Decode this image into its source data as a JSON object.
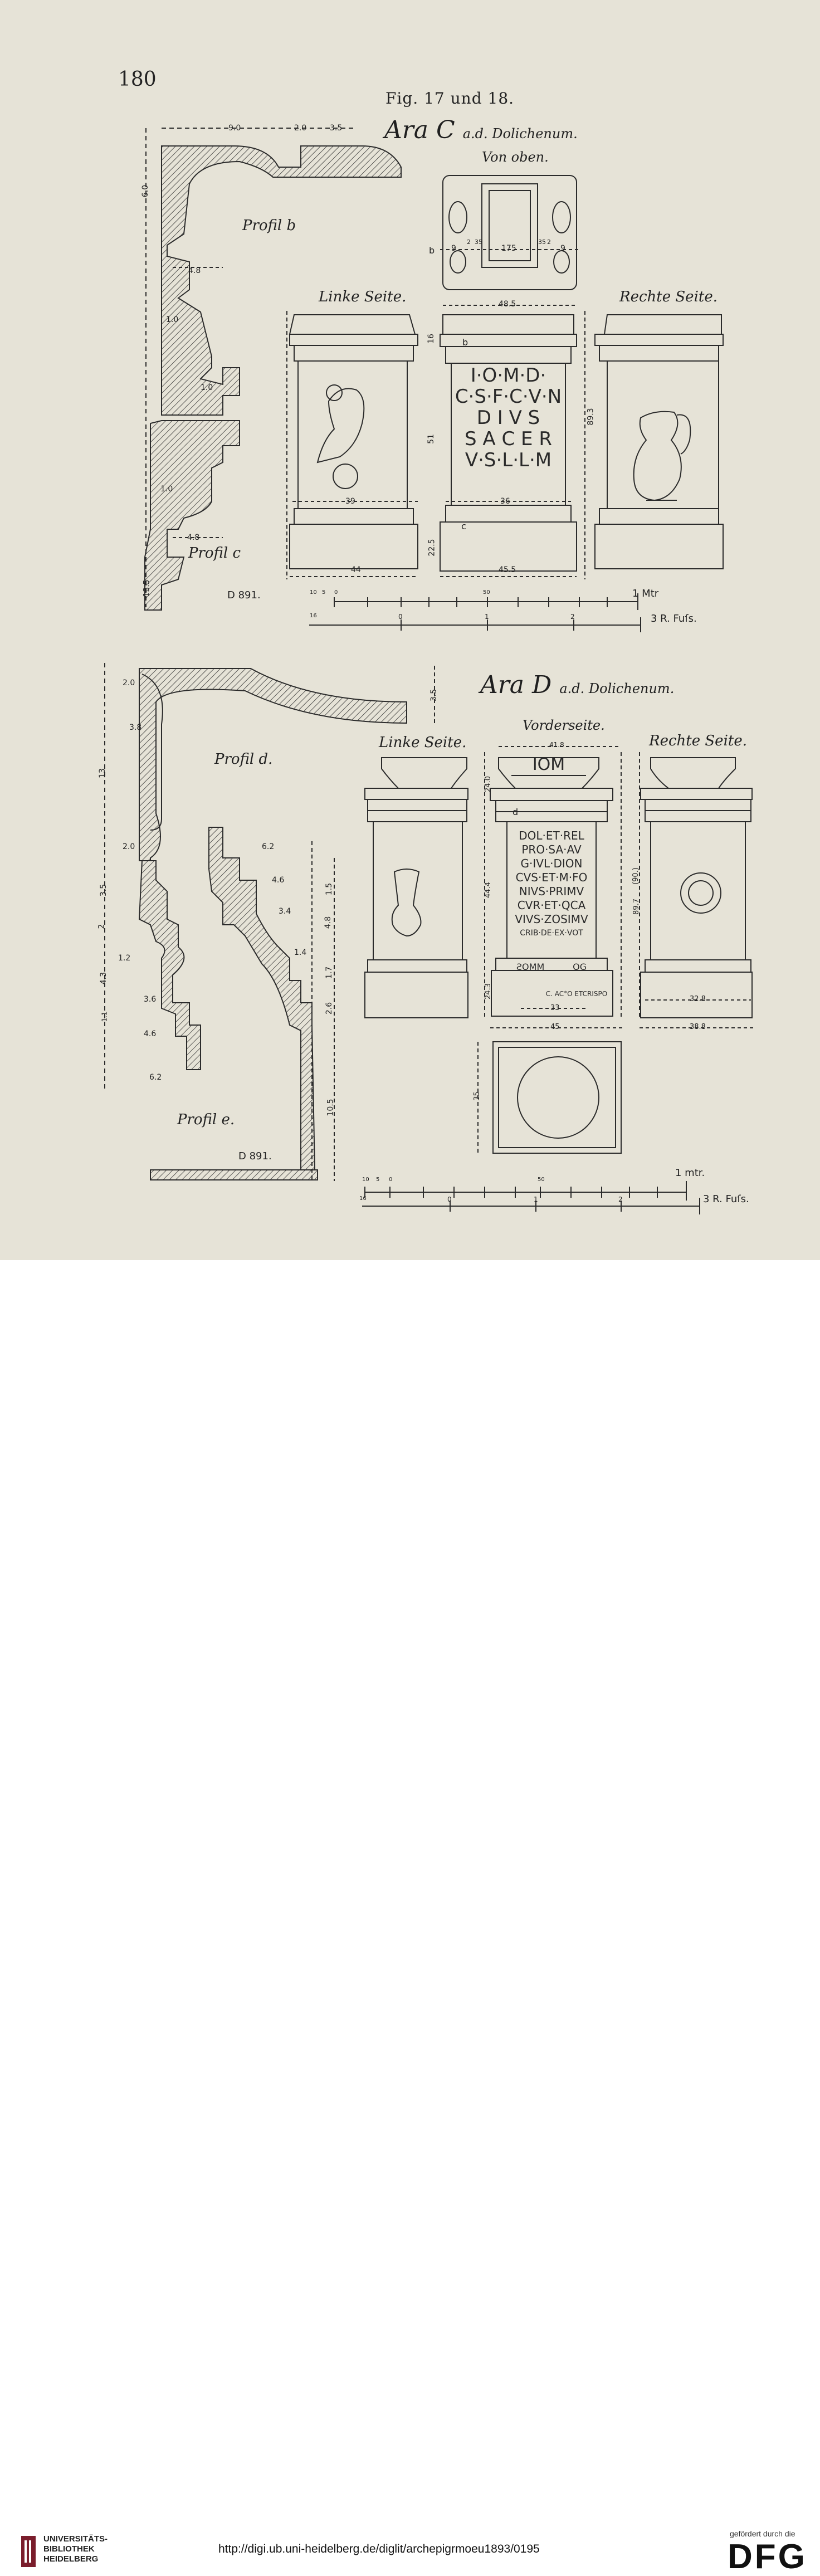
{
  "page_number": "180",
  "figure_caption": "Fig. 17 und 18.",
  "ara_c": {
    "title": "Ara C",
    "title_suffix": "a.d. Dolichenum.",
    "view_top": "Von oben.",
    "left_side": "Linke Seite.",
    "right_side": "Rechte Seite.",
    "profile_b": "Profil b",
    "profile_c": "Profil c",
    "inscription": [
      "I·O·M·D·",
      "C·S·F·C·V·N",
      "D I V S",
      "S A C E R",
      "V·S·L·L·M"
    ],
    "drawing_id": "D 891.",
    "scale_meter": "1 Mtr",
    "scale_feet": "3 R. Fuſs.",
    "dim_labels": [
      "9.0",
      "2.0",
      "3.5",
      "6.0",
      "4.8",
      "1.0",
      "1.0",
      "1.0",
      "4.8",
      "13.5",
      "9",
      "175",
      "9",
      "2",
      "35",
      "35",
      "2",
      "48.5",
      "16",
      "51",
      "22.5",
      "89.3",
      "39",
      "36",
      "44",
      "45.5",
      "b",
      "c",
      "b",
      "10",
      "5",
      "0",
      "50",
      "16",
      "0",
      "1",
      "2"
    ]
  },
  "ara_d": {
    "title": "Ara D",
    "title_suffix": "a.d. Dolichenum.",
    "view_front": "Vorderseite.",
    "left_side": "Linke Seite.",
    "right_side": "Rechte Seite.",
    "profile_d": "Profil d.",
    "profile_e": "Profil e.",
    "top_inscription": "IOM",
    "inscription": [
      "DOL·ET·REL",
      "PRO·SA·AV",
      "G·IVL·DION",
      "CVS·ET·M·FO",
      "NIVS·PRIMV",
      "CVR·ET·QCA",
      "VIVS·ZOSIMV",
      "CRIB·DE·EX·VOT"
    ],
    "base_text": "ƧOMM          OG",
    "base_line": "C. AC°O ETCRISPO",
    "drawing_id": "D 891.",
    "scale_meter": "1 mtr.",
    "scale_feet": "3 R. Fuſs.",
    "dim_labels": [
      "2.0",
      "3.8",
      "13",
      "2.0",
      "3.5",
      "2",
      "4.3",
      "1.2",
      "1.1",
      "3.6",
      "4.6",
      "6.2",
      "6.2",
      "4.6",
      "3.4",
      "1.4",
      "1.5",
      "4.8",
      "1.7",
      "2.6",
      "10.5",
      "3.5",
      "41.8",
      "24.0",
      "44.4",
      "24.3",
      "89.7",
      "(90.)",
      "33",
      "45",
      "32.8",
      "38.8",
      "35",
      "d",
      "10",
      "5",
      "0",
      "50",
      "16",
      "0",
      "1",
      "2"
    ]
  },
  "footer": {
    "library_lines": [
      "UNIVERSITÄTS-",
      "BIBLIOTHEK",
      "HEIDELBERG"
    ],
    "url": "http://digi.ub.uni-heidelberg.de/diglit/archepigrmoeu1893/0195",
    "sponsor_label": "gefördert durch die",
    "sponsor_logo": "DFG"
  }
}
